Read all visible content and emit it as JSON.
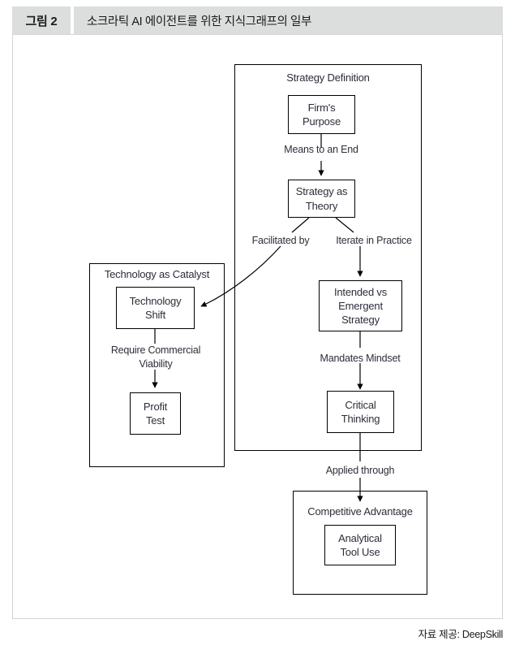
{
  "header": {
    "figure_label": "그림 2",
    "title": "소크라틱 AI 에이전트를 위한 지식그래프의 일부"
  },
  "footer": {
    "source": "자료 제공: DeepSkill"
  },
  "chart_data": {
    "type": "diagram",
    "title": "소크라틱 AI 에이전트를 위한 지식그래프의 일부",
    "clusters": [
      {
        "id": "strategy_definition",
        "label": "Strategy Definition"
      },
      {
        "id": "technology_catalyst",
        "label": "Technology as Catalyst"
      },
      {
        "id": "competitive_advantage",
        "label": "Competitive Advantage"
      }
    ],
    "nodes": [
      {
        "id": "firms_purpose",
        "label": "Firm's\nPurpose",
        "cluster": "strategy_definition"
      },
      {
        "id": "strategy_as_theory",
        "label": "Strategy as\nTheory",
        "cluster": "strategy_definition"
      },
      {
        "id": "intended_vs_emergent",
        "label": "Intended vs\nEmergent\nStrategy",
        "cluster": "strategy_definition"
      },
      {
        "id": "critical_thinking",
        "label": "Critical\nThinking",
        "cluster": "strategy_definition"
      },
      {
        "id": "technology_shift",
        "label": "Technology\nShift",
        "cluster": "technology_catalyst"
      },
      {
        "id": "profit_test",
        "label": "Profit\nTest",
        "cluster": "technology_catalyst"
      },
      {
        "id": "analytical_tool_use",
        "label": "Analytical\nTool Use",
        "cluster": "competitive_advantage"
      }
    ],
    "edges": [
      {
        "from": "firms_purpose",
        "to": "strategy_as_theory",
        "label": "Means to an End"
      },
      {
        "from": "strategy_as_theory",
        "to": "technology_shift",
        "label": "Facilitated by"
      },
      {
        "from": "strategy_as_theory",
        "to": "intended_vs_emergent",
        "label": "Iterate in Practice"
      },
      {
        "from": "technology_shift",
        "to": "profit_test",
        "label": "Require Commercial\nViability"
      },
      {
        "from": "intended_vs_emergent",
        "to": "critical_thinking",
        "label": "Mandates Mindset"
      },
      {
        "from": "critical_thinking",
        "to": "competitive_advantage",
        "label": "Applied through"
      }
    ]
  }
}
